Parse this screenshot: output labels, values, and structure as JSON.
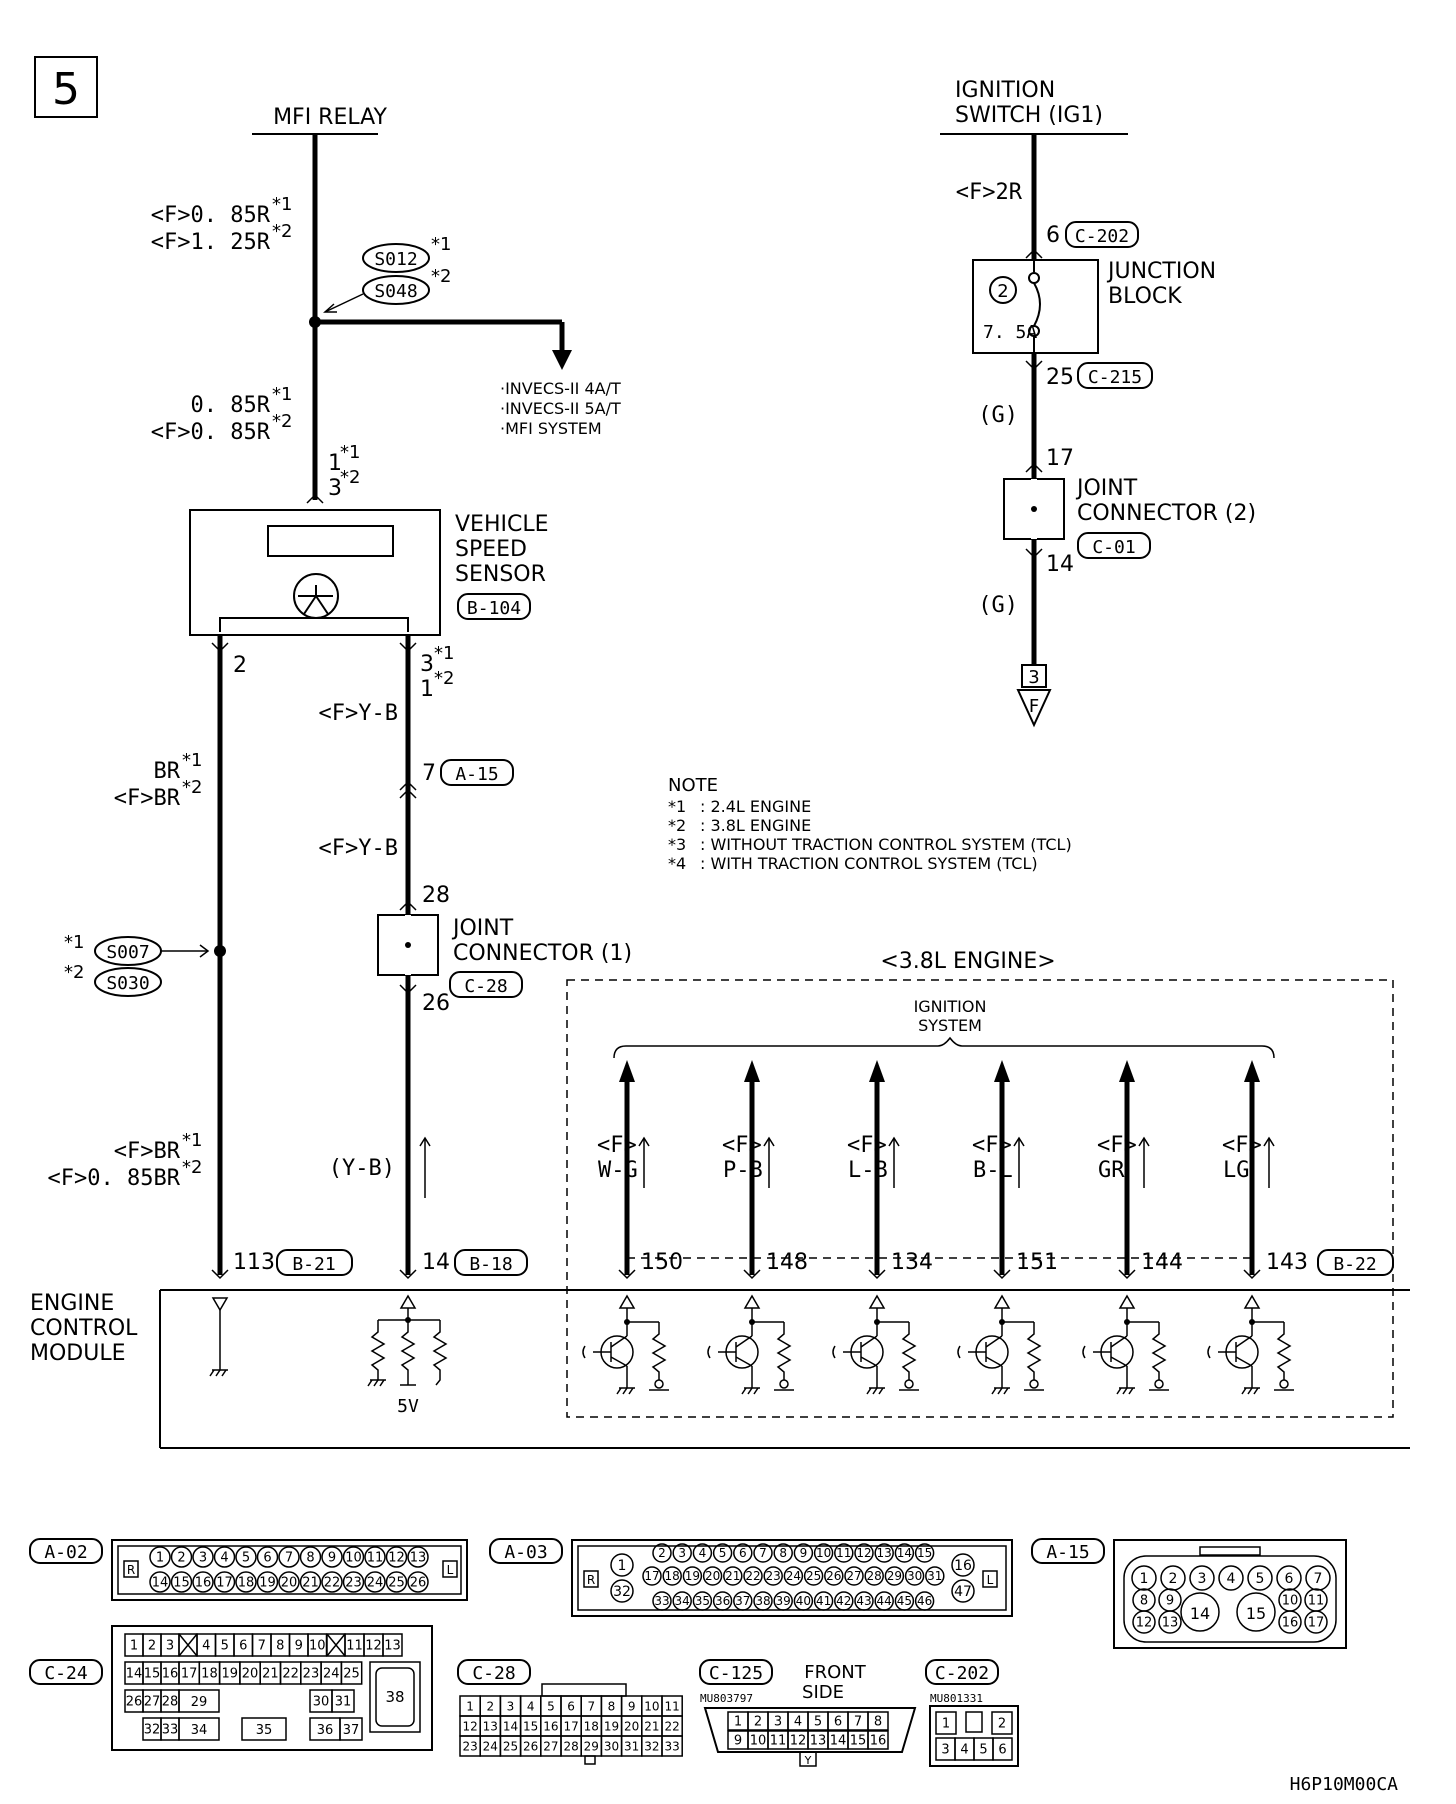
{
  "page_number": "5",
  "drawing_code": "H6P10M00CA",
  "sources": {
    "mfi_relay": "MFI RELAY",
    "ignition_switch_l1": "IGNITION",
    "ignition_switch_l2": "SWITCH (IG1)"
  },
  "mfi_wires": {
    "upper_1": "<F>0. 85R",
    "upper_2": "<F>1. 25R",
    "lower_1": "0. 85R",
    "lower_2": "<F>0. 85R",
    "splice_a": "S012",
    "splice_b": "S048",
    "branch_1": "·INVECS-II 4A/T",
    "branch_2": "·INVECS-II 5A/T",
    "branch_3": "·MFI SYSTEM",
    "pin_a": "1",
    "pin_b": "3"
  },
  "vss": {
    "l1": "VEHICLE",
    "l2": "SPEED",
    "l3": "SENSOR",
    "connector": "B-104",
    "pin_left": "2",
    "pin_right_a": "3",
    "pin_right_b": "1"
  },
  "left_wire": {
    "c1": "BR",
    "c2": "<F>BR",
    "splice_a": "S007",
    "splice_b": "S030",
    "c3": "<F>BR",
    "c4": "<F>0. 85BR",
    "pin": "113",
    "connector": "B-21"
  },
  "right_wire": {
    "c1": "<F>Y-B",
    "pin7": "7",
    "conn7": "A-15",
    "c2": "<F>Y-B",
    "pin28": "28",
    "jc1_l1": "JOINT",
    "jc1_l2": "CONNECTOR (1)",
    "jc1_conn": "C-28",
    "pin26": "26",
    "c3": "(Y-B)",
    "pin14": "14",
    "conn14": "B-18"
  },
  "ign_wire": {
    "c1": "<F>2R",
    "pin6": "6",
    "conn6": "C-202",
    "jb_l1": "JUNCTION",
    "jb_l2": "BLOCK",
    "fuse_no": "2",
    "fuse_amp": "7. 5A",
    "pin25": "25",
    "conn25": "C-215",
    "c2": "(G)",
    "pin17": "17",
    "jc2_l1": "JOINT",
    "jc2_l2": "CONNECTOR (2)",
    "jc2_conn": "C-01",
    "pin14": "14",
    "c3": "(G)",
    "ref_no": "3",
    "ref_letter": "F"
  },
  "notes": {
    "title": "NOTE",
    "n1_mark": "*1",
    "n1": ": 2.4L ENGINE",
    "n2_mark": "*2",
    "n2": ": 3.8L ENGINE",
    "n3_mark": "*3",
    "n3": ": WITHOUT TRACTION CONTROL SYSTEM (TCL)",
    "n4_mark": "*4",
    "n4": ": WITH TRACTION CONTROL SYSTEM (TCL)"
  },
  "marks": {
    "s1": "*1",
    "s2": "*2"
  },
  "engine38": {
    "title": "<3.8L ENGINE>",
    "ign_l1": "IGNITION",
    "ign_l2": "SYSTEM",
    "f_prefix": "<F>",
    "wires": [
      {
        "color": "W-G",
        "pin": "150"
      },
      {
        "color": "P-B",
        "pin": "148"
      },
      {
        "color": "L-B",
        "pin": "134"
      },
      {
        "color": "B-L",
        "pin": "151"
      },
      {
        "color": "GR",
        "pin": "144"
      },
      {
        "color": "LG",
        "pin": "143"
      }
    ],
    "connector": "B-22"
  },
  "ecm": {
    "l1": "ENGINE",
    "l2": "CONTROL",
    "l3": "MODULE",
    "v5": "5V"
  },
  "connectors": {
    "a02": {
      "label": "A-02",
      "r": "R",
      "l": "L",
      "row1": [
        "1",
        "2",
        "3",
        "4",
        "5",
        "6",
        "7",
        "8",
        "9",
        "10",
        "11",
        "12",
        "13"
      ],
      "row2": [
        "14",
        "15",
        "16",
        "17",
        "18",
        "19",
        "20",
        "21",
        "22",
        "23",
        "24",
        "25",
        "26"
      ]
    },
    "a03": {
      "label": "A-03",
      "r": "R",
      "l": "L",
      "left": [
        "1",
        "32"
      ],
      "row1": [
        "2",
        "3",
        "4",
        "5",
        "6",
        "7",
        "8",
        "9",
        "10",
        "11",
        "12",
        "13",
        "14",
        "15"
      ],
      "row2": [
        "17",
        "18",
        "19",
        "20",
        "21",
        "22",
        "23",
        "24",
        "25",
        "26",
        "27",
        "28",
        "29",
        "30",
        "31"
      ],
      "row3": [
        "33",
        "34",
        "35",
        "36",
        "37",
        "38",
        "39",
        "40",
        "41",
        "42",
        "43",
        "44",
        "45",
        "46"
      ],
      "right": [
        "16",
        "47"
      ]
    },
    "a15": {
      "label": "A-15",
      "row1": [
        "1",
        "2",
        "3",
        "4",
        "5",
        "6",
        "7"
      ],
      "row2": [
        "8",
        "9",
        "14",
        "15",
        "10",
        "11"
      ],
      "row3": [
        "12",
        "13",
        "16",
        "17"
      ]
    },
    "c24": {
      "label": "C-24",
      "row1": [
        "1",
        "2",
        "3",
        "4",
        "5",
        "6",
        "7",
        "8",
        "9",
        "10",
        "11",
        "12",
        "13"
      ],
      "row2": [
        "14",
        "15",
        "16",
        "17",
        "18",
        "19",
        "20",
        "21",
        "22",
        "23",
        "24",
        "25"
      ],
      "row3": [
        "26",
        "27",
        "28",
        "29",
        "30",
        "31"
      ],
      "row4": [
        "32",
        "33",
        "34",
        "35",
        "36",
        "37"
      ],
      "big": "38"
    },
    "c28": {
      "label": "C-28",
      "row1": [
        "1",
        "2",
        "3",
        "4",
        "5",
        "6",
        "7",
        "8",
        "9",
        "10",
        "11"
      ],
      "row2": [
        "12",
        "13",
        "14",
        "15",
        "16",
        "17",
        "18",
        "19",
        "20",
        "21",
        "22"
      ],
      "row3": [
        "23",
        "24",
        "25",
        "26",
        "27",
        "28",
        "29",
        "30",
        "31",
        "32",
        "33"
      ]
    },
    "c125": {
      "label": "C-125",
      "part": "MU803797",
      "front_l1": "FRONT",
      "front_l2": "SIDE",
      "key": "Y",
      "row1": [
        "1",
        "2",
        "3",
        "4",
        "5",
        "6",
        "7",
        "8"
      ],
      "row2": [
        "9",
        "10",
        "11",
        "12",
        "13",
        "14",
        "15",
        "16"
      ]
    },
    "c202": {
      "label": "C-202",
      "part": "MU801331",
      "row1": [
        "1",
        "2"
      ],
      "row2": [
        "3",
        "4",
        "5",
        "6"
      ]
    }
  }
}
